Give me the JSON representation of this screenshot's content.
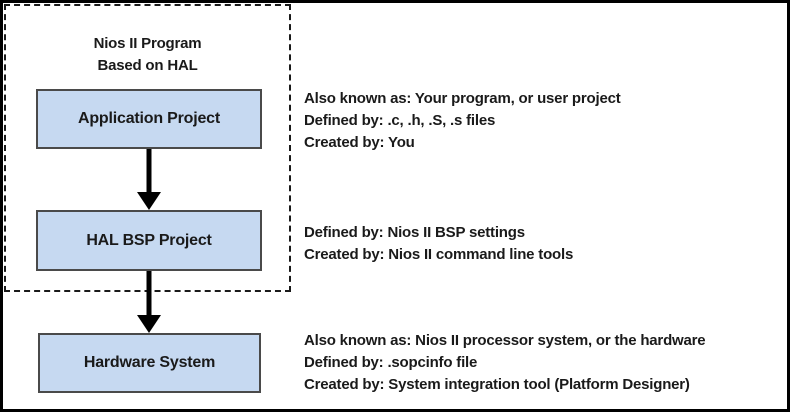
{
  "diagram": {
    "group": {
      "title_line1": "Nios II Program",
      "title_line2": "Based on HAL"
    },
    "boxes": {
      "application": {
        "label": "Application Project"
      },
      "bsp": {
        "label": "HAL BSP Project"
      },
      "hardware": {
        "label": "Hardware System"
      }
    },
    "annotations": {
      "application": {
        "lines": [
          "Also known as: Your program, or user project",
          "Defined by: .c, .h, .S, .s files",
          "Created by: You"
        ]
      },
      "bsp": {
        "lines": [
          "Defined by: Nios II BSP settings",
          "Created by: Nios II command line tools"
        ]
      },
      "hardware": {
        "lines": [
          "Also known as: Nios II processor system, or the hardware",
          "Defined by: .sopcinfo file",
          "Created by: System integration tool (Platform Designer)"
        ]
      }
    },
    "colors": {
      "box_fill": "#c6d9f1",
      "box_border": "#4a4a4a",
      "arrow": "#000000",
      "text": "#1a1a1a"
    }
  }
}
